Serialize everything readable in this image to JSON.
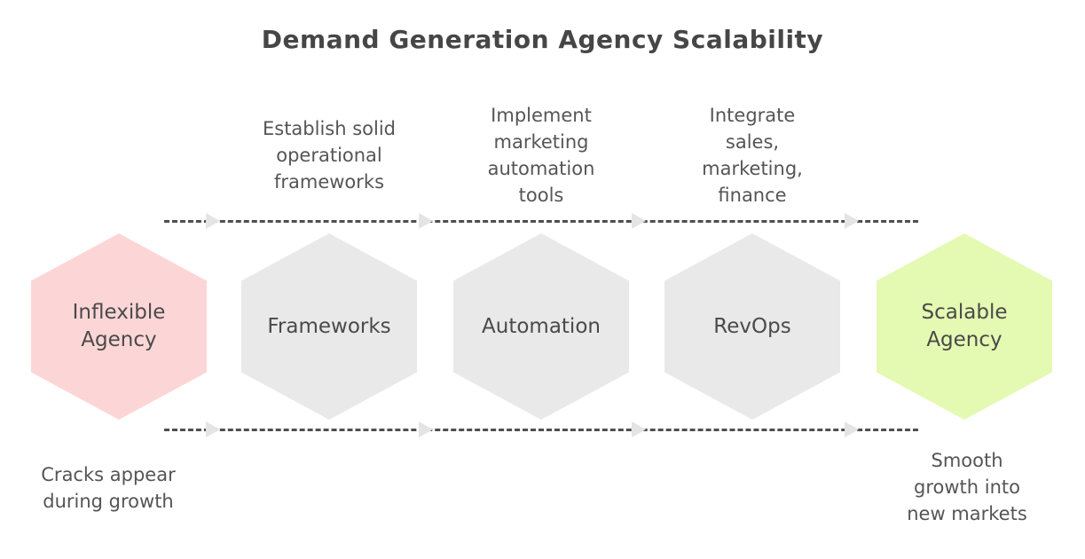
{
  "title": "Demand Generation Agency Scalability",
  "steps": [
    {
      "label": "Establish solid\noperational\nframeworks"
    },
    {
      "label": "Implement\nmarketing\nautomation\ntools"
    },
    {
      "label": "Integrate\nsales,\nmarketing,\nfinance"
    }
  ],
  "hexagons": [
    {
      "id": "inflexible-agency",
      "label": "Inflexible\nAgency",
      "color": "#fcd6d6"
    },
    {
      "id": "frameworks",
      "label": "Frameworks",
      "color": "#e9e9e9"
    },
    {
      "id": "automation",
      "label": "Automation",
      "color": "#e9e9e9"
    },
    {
      "id": "revops",
      "label": "RevOps",
      "color": "#e9e9e9"
    },
    {
      "id": "scalable-agency",
      "label": "Scalable\nAgency",
      "color": "#e4f9b2"
    }
  ],
  "captions": {
    "left": "Cracks appear\nduring growth",
    "right": "Smooth\ngrowth into\nnew markets"
  },
  "colors": {
    "line": "#4f4f4f",
    "arrowhead": "#e4e4e4",
    "title_text": "#464646",
    "body_text": "#555555"
  }
}
